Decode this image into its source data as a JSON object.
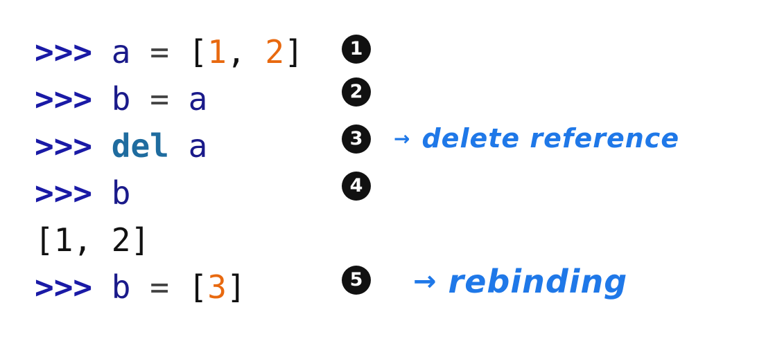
{
  "code": {
    "prompt": ">>>",
    "lines": [
      {
        "a": "a",
        "eq": " = ",
        "lb": "[",
        "n1": "1",
        "comma": ", ",
        "n2": "2",
        "rb": "]"
      },
      {
        "b": "b",
        "eq": " = ",
        "a": "a"
      },
      {
        "kw": "del",
        "a": "a"
      },
      {
        "b": "b"
      },
      {
        "output": "[1, 2]"
      },
      {
        "b": "b",
        "eq": " = ",
        "lb": "[",
        "n3": "3",
        "rb": "]"
      }
    ]
  },
  "markers": [
    "1",
    "2",
    "3",
    "4",
    "5"
  ],
  "annotations": {
    "delete_reference": {
      "arrow": "→",
      "text": "delete reference"
    },
    "rebinding": {
      "arrow": "→",
      "text": "rebinding"
    }
  },
  "colors": {
    "prompt": "#1a1aa6",
    "number": "#e8690f",
    "keyword": "#1f6c9f",
    "handwriting": "#1f78e8"
  }
}
